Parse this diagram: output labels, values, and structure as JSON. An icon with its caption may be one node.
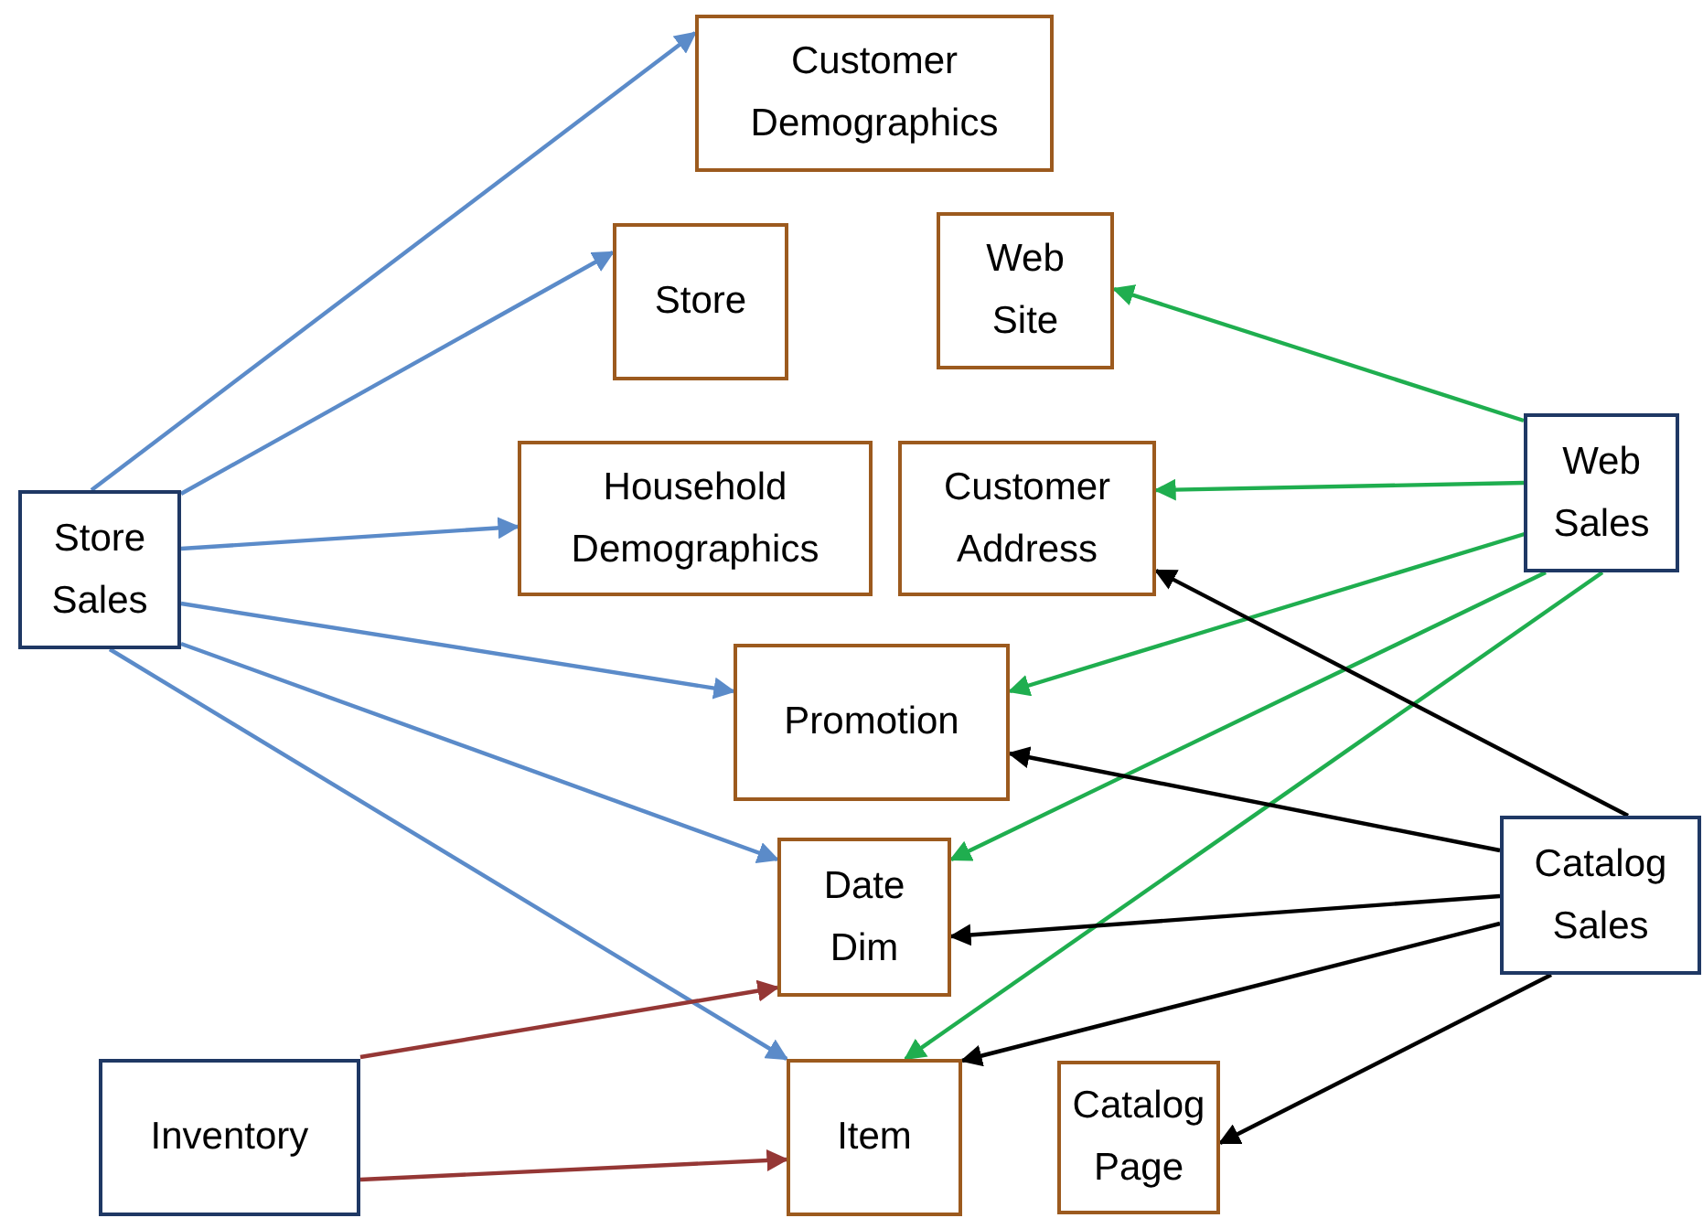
{
  "diagram": {
    "nodes": [
      {
        "text": [
          "Customer Demographics"
        ]
      },
      {
        "text": [
          "Store"
        ]
      },
      {
        "text": [
          "Web Site"
        ]
      },
      {
        "text": [
          "Household Demographics"
        ]
      },
      {
        "text": [
          "Customer Address"
        ]
      },
      {
        "text": [
          "Store Sales"
        ]
      },
      {
        "text": [
          "Web Sales"
        ]
      },
      {
        "text": [
          "Promotion"
        ]
      },
      {
        "text": [
          "Date Dim"
        ]
      },
      {
        "text": [
          "Catalog Sales"
        ]
      },
      {
        "text": [
          "Inventory"
        ]
      },
      {
        "text": [
          "Item"
        ]
      },
      {
        "text": [
          "Catalog Page"
        ]
      }
    ],
    "edges": [
      {
        "from": 5,
        "to": 0,
        "arrow": "to",
        "color": "#5b8bc9"
      },
      {
        "from": 5,
        "to": 1,
        "arrow": "to",
        "color": "#5b8bc9"
      },
      {
        "from": 5,
        "to": 3,
        "arrow": "to",
        "color": "#5b8bc9"
      },
      {
        "from": 5,
        "to": 7,
        "arrow": "to",
        "color": "#5b8bc9"
      },
      {
        "from": 5,
        "to": 8,
        "arrow": "to",
        "color": "#5b8bc9"
      },
      {
        "from": 5,
        "to": 11,
        "arrow": "to",
        "color": "#5b8bc9"
      },
      {
        "from": 6,
        "to": 2,
        "arrow": "to",
        "color": "#1fae4f"
      },
      {
        "from": 6,
        "to": 4,
        "arrow": "to",
        "color": "#1fae4f"
      },
      {
        "from": 6,
        "to": 7,
        "arrow": "to",
        "color": "#1fae4f"
      },
      {
        "from": 6,
        "to": 8,
        "arrow": "to",
        "color": "#1fae4f"
      },
      {
        "from": 6,
        "to": 11,
        "arrow": "to",
        "color": "#1fae4f"
      },
      {
        "from": 9,
        "to": 4,
        "arrow": "to",
        "color": "#000000"
      },
      {
        "from": 9,
        "to": 7,
        "arrow": "to",
        "color": "#000000"
      },
      {
        "from": 9,
        "to": 8,
        "arrow": "to",
        "color": "#000000"
      },
      {
        "from": 9,
        "to": 11,
        "arrow": "to",
        "color": "#000000"
      },
      {
        "from": 9,
        "to": 12,
        "arrow": "to",
        "color": "#000000"
      },
      {
        "from": 10,
        "to": 8,
        "arrow": "to",
        "color": "#953735"
      },
      {
        "from": 10,
        "to": 11,
        "arrow": "to",
        "color": "#953735"
      }
    ]
  }
}
